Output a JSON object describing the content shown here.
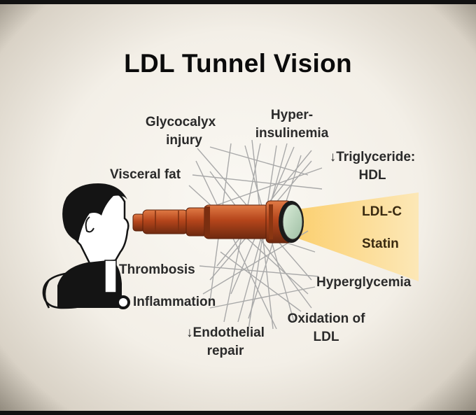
{
  "title": "LDL Tunnel Vision",
  "labels": {
    "glycocalyx_l1": "Glycocalyx",
    "glycocalyx_l2": "injury",
    "hyper_l1": "Hyper-",
    "hyper_l2": "insulinemia",
    "triglyceride_l1": "↓Triglyceride:",
    "triglyceride_l2": "HDL",
    "visceral_fat": "Visceral fat",
    "thrombosis": "Thrombosis",
    "inflammation": "Inflammation",
    "hyperglycemia": "Hyperglycemia",
    "endothelial_l1": "↓Endothelial",
    "endothelial_l2": "repair",
    "oxidation_l1": "Oxidation of",
    "oxidation_l2": "LDL"
  },
  "beam": {
    "ldl_c": "LDL-C",
    "statin": "Statin"
  },
  "colors": {
    "telescope": "#b5451b",
    "telescope_dark": "#6e2a10",
    "beam": "#fbd98a",
    "line": "#a8a8a8",
    "skin": "#ffffff",
    "hair": "#141414"
  }
}
